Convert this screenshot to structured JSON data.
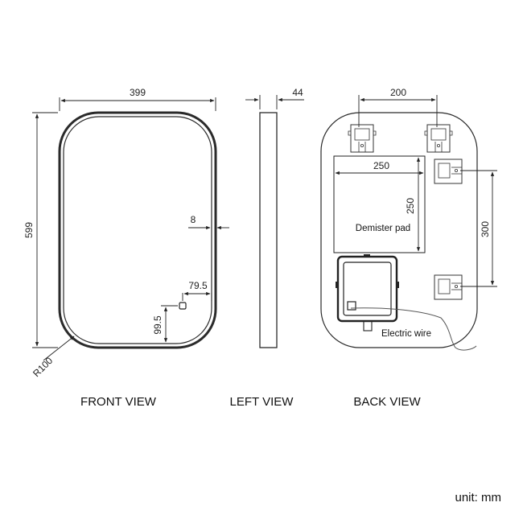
{
  "dimensions": {
    "front_width": "399",
    "front_height": "599",
    "corner_radius": "R100",
    "frame_offset": "8",
    "sensor_from_right": "79.5",
    "sensor_from_bottom": "99.5",
    "depth": "44",
    "back_bracket_spacing": "200",
    "pad_width": "250",
    "pad_height": "250",
    "side_bracket_spacing": "300"
  },
  "labels": {
    "demister_pad": "Demister pad",
    "electric_wire": "Electric wire"
  },
  "views": {
    "front": "FRONT VIEW",
    "left": "LEFT VIEW",
    "back": "BACK VIEW"
  },
  "unit": "unit: mm",
  "colors": {
    "line": "#222222",
    "background": "#ffffff"
  }
}
